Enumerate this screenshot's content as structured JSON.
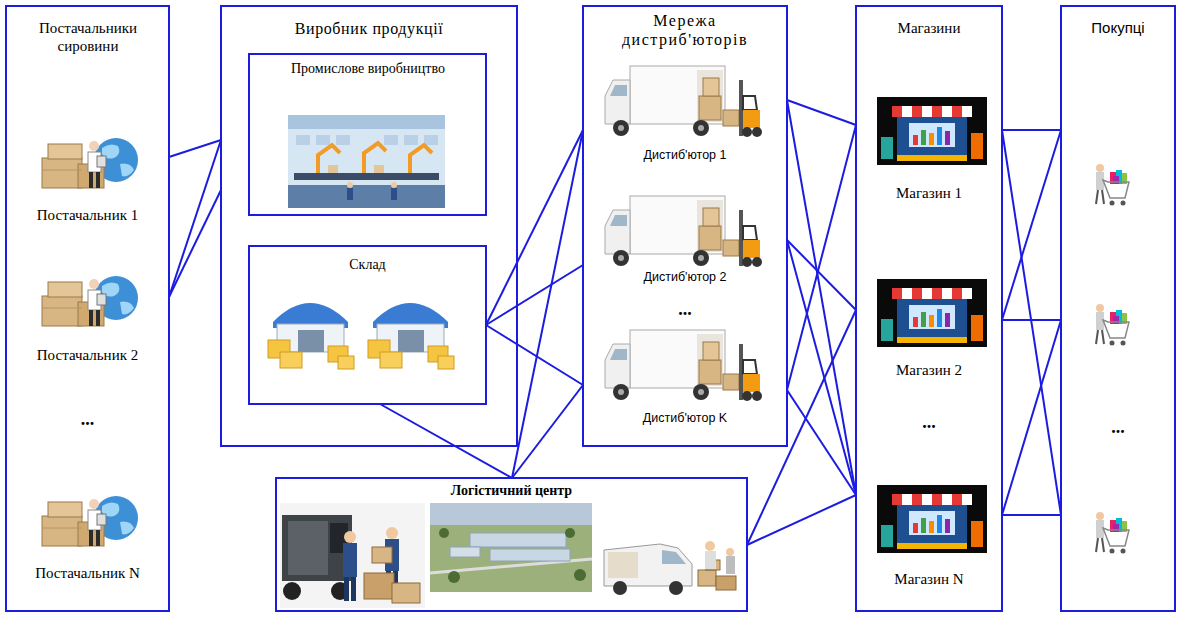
{
  "diagram": {
    "nodes": [
      {
        "text": [
          "Постачальники сировини",
          "Постачальник 1",
          "Постачальник 2",
          "...",
          "Постачальник N"
        ]
      },
      {
        "text": [
          "Виробник продукції"
        ]
      },
      {
        "text": [
          "Промислове виробництво"
        ],
        "in": 1
      },
      {
        "text": [
          "Склад"
        ],
        "in": 1
      },
      {
        "text": [
          "Мережа дистриб'юторів",
          "Дистиб'ютор 1",
          "Дистиб'ютор 2",
          "...",
          "Дистиб'ютор K"
        ]
      },
      {
        "text": [
          "Логістичний центр"
        ]
      },
      {
        "text": [
          "Магазини",
          "Магазин 1",
          "Магазин 2",
          "...",
          "Магазин N"
        ]
      },
      {
        "text": [
          "Покупці",
          "..."
        ]
      }
    ],
    "edges": [
      {
        "from": 0,
        "to": 1,
        "arrow": "none"
      },
      {
        "from": 0,
        "to": 1,
        "arrow": "none"
      },
      {
        "from": 0,
        "to": 1,
        "arrow": "none"
      },
      {
        "from": 3,
        "to": 4,
        "arrow": "none"
      },
      {
        "from": 3,
        "to": 4,
        "arrow": "none"
      },
      {
        "from": 3,
        "to": 4,
        "arrow": "none"
      },
      {
        "from": 3,
        "to": 5,
        "arrow": "none"
      },
      {
        "from": 4,
        "to": 5,
        "arrow": "none"
      },
      {
        "from": 4,
        "to": 5,
        "arrow": "none"
      },
      {
        "from": 4,
        "to": 6,
        "arrow": "none"
      },
      {
        "from": 4,
        "to": 6,
        "arrow": "none"
      },
      {
        "from": 4,
        "to": 6,
        "arrow": "none"
      },
      {
        "from": 4,
        "to": 6,
        "arrow": "none"
      },
      {
        "from": 4,
        "to": 6,
        "arrow": "none"
      },
      {
        "from": 4,
        "to": 6,
        "arrow": "none"
      },
      {
        "from": 5,
        "to": 6,
        "arrow": "none"
      },
      {
        "from": 5,
        "to": 6,
        "arrow": "none"
      },
      {
        "from": 6,
        "to": 7,
        "arrow": "none"
      },
      {
        "from": 6,
        "to": 7,
        "arrow": "none"
      },
      {
        "from": 6,
        "to": 7,
        "arrow": "none"
      },
      {
        "from": 6,
        "to": 7,
        "arrow": "none"
      },
      {
        "from": 6,
        "to": 7,
        "arrow": "none"
      },
      {
        "from": 6,
        "to": 7,
        "arrow": "none"
      }
    ]
  }
}
